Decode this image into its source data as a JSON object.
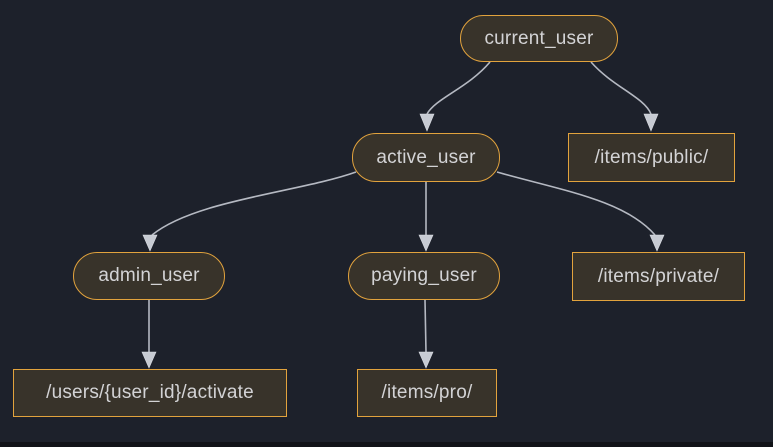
{
  "diagram": {
    "type": "flowchart",
    "direction": "top-down",
    "nodes": [
      {
        "id": "current_user",
        "label": "current_user",
        "shape": "rounded"
      },
      {
        "id": "active_user",
        "label": "active_user",
        "shape": "rounded"
      },
      {
        "id": "items_public",
        "label": "/items/public/",
        "shape": "rect"
      },
      {
        "id": "admin_user",
        "label": "admin_user",
        "shape": "rounded"
      },
      {
        "id": "paying_user",
        "label": "paying_user",
        "shape": "rounded"
      },
      {
        "id": "items_private",
        "label": "/items/private/",
        "shape": "rect"
      },
      {
        "id": "users_activate",
        "label": "/users/{user_id}/activate",
        "shape": "rect"
      },
      {
        "id": "items_pro",
        "label": "/items/pro/",
        "shape": "rect"
      }
    ],
    "edges": [
      {
        "from": "current_user",
        "to": "active_user"
      },
      {
        "from": "current_user",
        "to": "items_public"
      },
      {
        "from": "active_user",
        "to": "admin_user"
      },
      {
        "from": "active_user",
        "to": "paying_user"
      },
      {
        "from": "active_user",
        "to": "items_private"
      },
      {
        "from": "admin_user",
        "to": "users_activate"
      },
      {
        "from": "paying_user",
        "to": "items_pro"
      }
    ],
    "colors": {
      "background": "#1d212b",
      "node_fill": "#38332a",
      "node_border": "#e2a33d",
      "text": "#d3d3d5",
      "edge_line": "#b5b9c2",
      "arrowhead": "#c7cbd3"
    }
  }
}
